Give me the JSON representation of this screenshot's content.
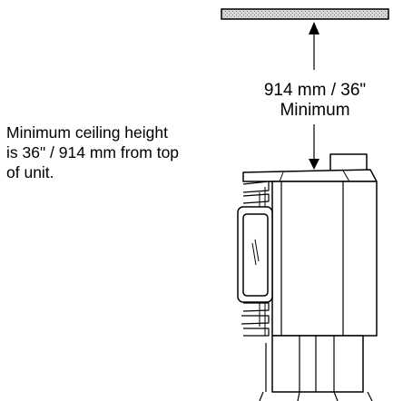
{
  "dimension": {
    "line1": "914 mm / 36\"",
    "line2": "Minimum"
  },
  "caption": {
    "line1": "Minimum ceiling height",
    "line2": "is 36\" / 914 mm from top",
    "line3": "of unit."
  },
  "colors": {
    "stroke": "#000000",
    "ceiling_fill": "#bdbdbd",
    "background": "#ffffff"
  },
  "icons": {
    "up_arrow": "up-arrow-icon",
    "down_arrow": "down-arrow-icon"
  }
}
